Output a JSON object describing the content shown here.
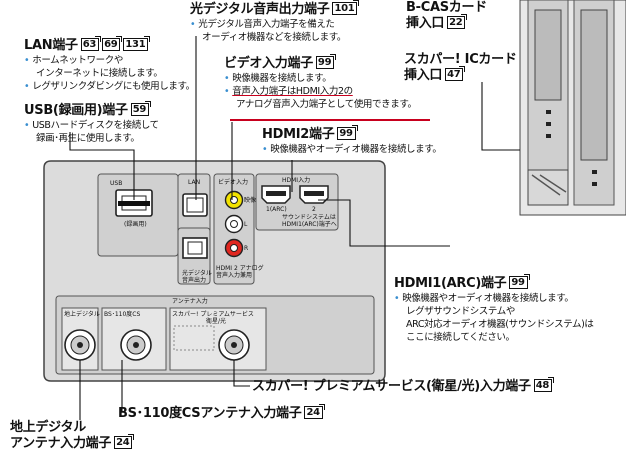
{
  "lan": {
    "title": "LAN端子",
    "refs": [
      "63",
      "69",
      "131"
    ],
    "lines": [
      "ホームネットワークや",
      "インターネットに接続します。",
      "レグザリンクダビングにも使用します。"
    ]
  },
  "usb": {
    "title": "USB(録画用)端子",
    "refs": [
      "59"
    ],
    "lines": [
      "USBハードディスクを接続して",
      "録画･再生に使用します。"
    ]
  },
  "optical": {
    "title": "光デジタル音声出力端子",
    "refs": [
      "101"
    ],
    "lines": [
      "光デジタル音声入力端子を備えた",
      "オーディオ機器などを接続します。"
    ]
  },
  "video": {
    "title": "ビデオ入力端子",
    "refs": [
      "99"
    ],
    "lines": [
      "映像機器を接続します。",
      "音声入力端子はHDMI入力2の",
      "アナログ音声入力端子として使用できます。"
    ]
  },
  "hdmi2": {
    "title": "HDMI2端子",
    "refs": [
      "99"
    ],
    "lines": [
      "映像機器やオーディオ機器を接続します。"
    ]
  },
  "hdmi1": {
    "title": "HDMI1(ARC)端子",
    "refs": [
      "99"
    ],
    "lines": [
      "映像機器やオーディオ機器を接続します。",
      "レグザサウンドシステムや",
      "ARC対応オーディオ機器(サウンドシステム)は",
      "ここに接続してください。"
    ]
  },
  "bcas": {
    "title_line1": "B-CASカード",
    "title_line2": "挿入口",
    "refs": [
      "22"
    ]
  },
  "skyperfect_card": {
    "title_line1": "スカパー! ICカード",
    "title_line2": "挿入口",
    "refs": [
      "47"
    ]
  },
  "premium": {
    "title": "スカパー! プレミアムサービス(衛星/光)入力端子",
    "refs": [
      "48"
    ]
  },
  "bs": {
    "title": "BS･110度CSアンテナ入力端子",
    "refs": [
      "24"
    ]
  },
  "terrestrial": {
    "title_line1": "地上デジタル",
    "title_line2": "アンテナ入力端子",
    "refs": [
      "24"
    ]
  },
  "panel": {
    "usb_label": "USB",
    "usb_sub": "(録画用)",
    "lan_label": "LAN",
    "optical_label_1": "光デジタル",
    "optical_label_2": "音声出力",
    "video_label": "ビデオ入力",
    "video_tag": "映像",
    "audio_l": "L",
    "audio_r": "R",
    "video_note_1": "HDMI 2 アナログ",
    "video_note_2": "音声入力兼用",
    "hdmi_label": "HDMI入力",
    "hdmi1_port": "1(ARC)",
    "hdmi2_port": "2",
    "hdmi_note_1": "サウンドシステムは",
    "hdmi_note_2": "HDMI1(ARC)端子へ",
    "antenna_label": "アンテナ入力",
    "ant_terr": "地上デジタル",
    "ant_bs": "BS･110度CS",
    "ant_sky_1": "スカパー! プレミアムサービス",
    "ant_sky_2": "衛星/光"
  }
}
